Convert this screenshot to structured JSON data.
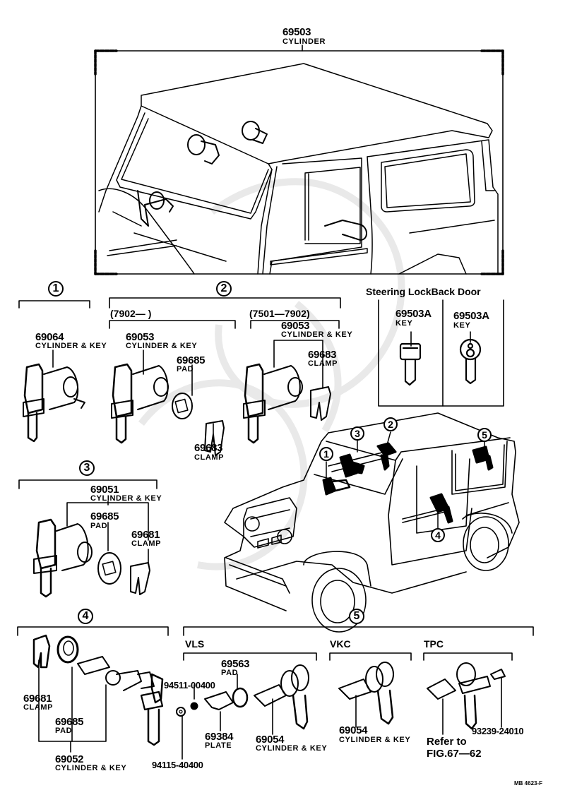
{
  "figure": {
    "code": "MB 4623-F",
    "background_color": "#ffffff",
    "line_color": "#000000",
    "watermark_color": "#e8e8e8"
  },
  "top_assembly": {
    "part_number": "69503",
    "part_name": "CYLINDER"
  },
  "locator_markers": [
    "1",
    "2",
    "3",
    "4",
    "5"
  ],
  "sections": {
    "s1": {
      "marker": "1",
      "parts": [
        {
          "part_number": "69064",
          "part_name": "CYLINDER & KEY"
        }
      ]
    },
    "s2": {
      "marker": "2",
      "variants": [
        {
          "range": "(7902—      )",
          "parts": [
            {
              "part_number": "69053",
              "part_name": "CYLINDER & KEY"
            },
            {
              "part_number": "69685",
              "part_name": "PAD"
            },
            {
              "part_number": "69683",
              "part_name": "CLAMP"
            }
          ]
        },
        {
          "range": "(7501—7902)",
          "parts": [
            {
              "part_number": "69053",
              "part_name": "CYLINDER & KEY"
            },
            {
              "part_number": "69683",
              "part_name": "CLAMP"
            }
          ]
        }
      ]
    },
    "keys": {
      "headers": [
        "Steering Lock",
        "Back Door"
      ],
      "parts": [
        {
          "part_number": "69503A",
          "part_name": "KEY"
        },
        {
          "part_number": "69503A",
          "part_name": "KEY"
        }
      ]
    },
    "s3": {
      "marker": "3",
      "parts": [
        {
          "part_number": "69051",
          "part_name": "CYLINDER & KEY"
        },
        {
          "part_number": "69685",
          "part_name": "PAD"
        },
        {
          "part_number": "69681",
          "part_name": "CLAMP"
        }
      ]
    },
    "s4": {
      "marker": "4",
      "parts": [
        {
          "part_number": "69681",
          "part_name": "CLAMP"
        },
        {
          "part_number": "69685",
          "part_name": "PAD"
        },
        {
          "part_number": "69052",
          "part_name": "CYLINDER & KEY"
        },
        {
          "part_number": "94511-00400",
          "part_name": ""
        },
        {
          "part_number": "94115-40400",
          "part_name": ""
        }
      ]
    },
    "s5": {
      "marker": "5",
      "groups": [
        {
          "name": "VLS",
          "parts": [
            {
              "part_number": "69563",
              "part_name": "PAD"
            },
            {
              "part_number": "69384",
              "part_name": "PLATE"
            },
            {
              "part_number": "69054",
              "part_name": "CYLINDER & KEY"
            }
          ]
        },
        {
          "name": "VKC",
          "parts": [
            {
              "part_number": "69054",
              "part_name": "CYLINDER & KEY"
            }
          ]
        },
        {
          "name": "TPC",
          "parts": [
            {
              "part_number": "93239-24010",
              "part_name": ""
            }
          ],
          "reference": [
            "Refer to",
            "FIG.67—62"
          ]
        }
      ]
    }
  }
}
